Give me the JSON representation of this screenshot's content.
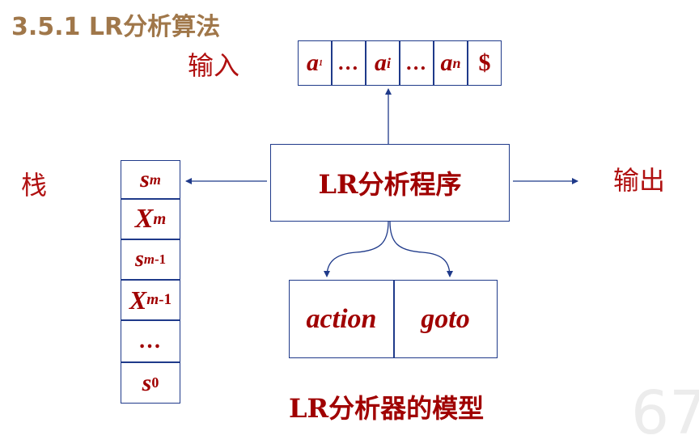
{
  "title": "3.5.1 LR分析算法",
  "labels": {
    "input": "输入",
    "stack": "栈",
    "output": "输出"
  },
  "input_tape": [
    {
      "main": "a",
      "sub": "1"
    },
    {
      "main": "…",
      "sub": ""
    },
    {
      "main": "a",
      "sub": "i"
    },
    {
      "main": "…",
      "sub": ""
    },
    {
      "main": "a",
      "sub": "n"
    },
    {
      "main": "$",
      "sub": ""
    }
  ],
  "program": "LR分析程序",
  "stack": [
    {
      "main": "s",
      "sub": "m",
      "sub_upright": ""
    },
    {
      "main": "X",
      "sub": "m",
      "sub_upright": ""
    },
    {
      "main": "s",
      "sub": "m",
      "sub_upright": "-1"
    },
    {
      "main": "X",
      "sub": "m",
      "sub_upright": "-1"
    },
    {
      "main": "…",
      "sub": "",
      "sub_upright": ""
    },
    {
      "main": "s",
      "sub": "",
      "sub_upright": "0"
    }
  ],
  "table": {
    "action": "action",
    "goto": "goto"
  },
  "caption": "LR分析器的模型",
  "page_number": "67",
  "colors": {
    "title": "#a0774a",
    "text": "#a00000",
    "label": "#b01010",
    "border": "#1f3a8a"
  }
}
